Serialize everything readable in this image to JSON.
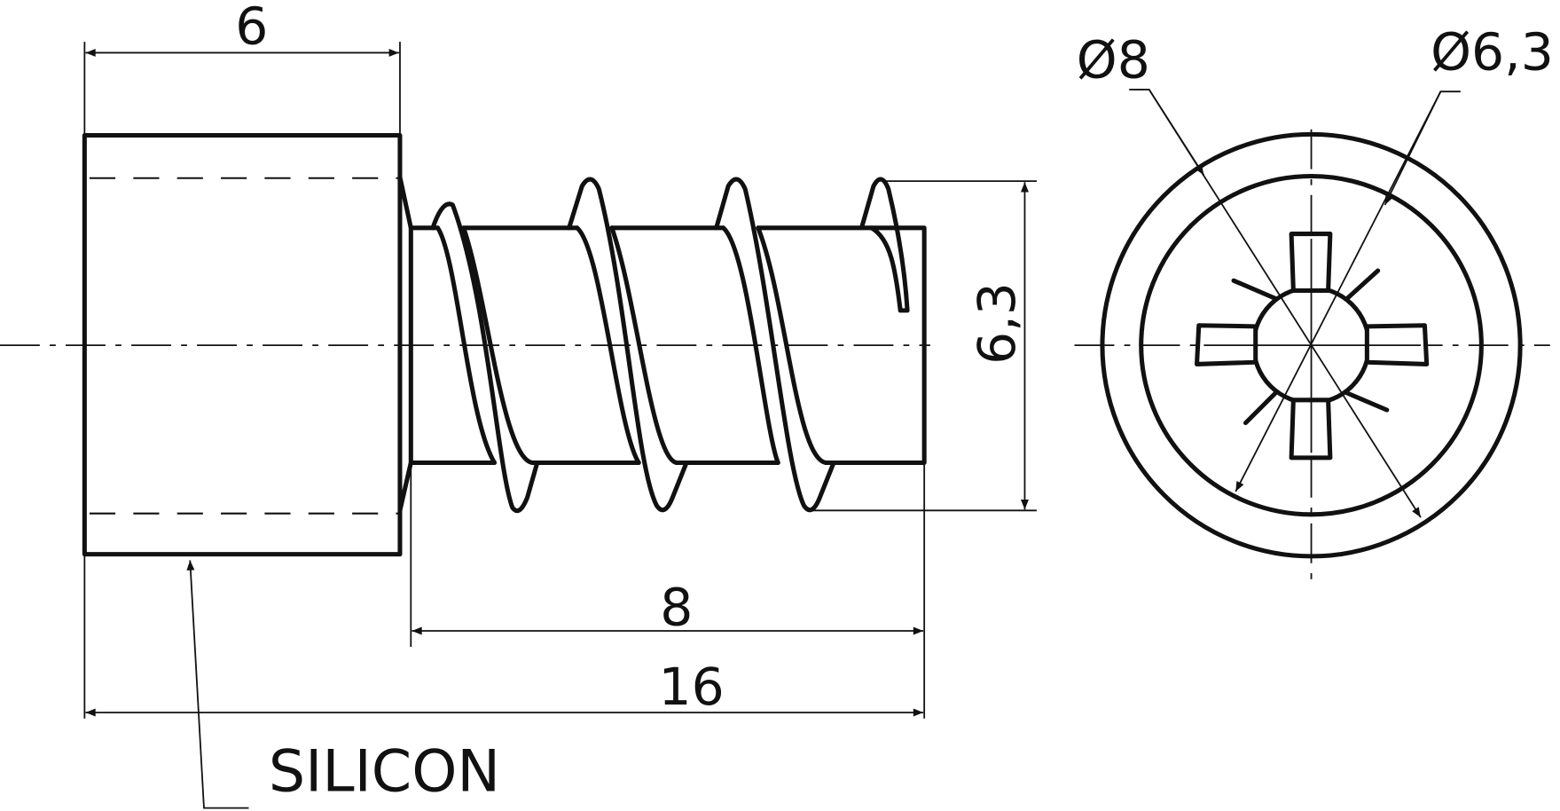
{
  "drawing": {
    "dimensions": {
      "sleeve_length": "6",
      "thread_length": "8",
      "total_length": "16",
      "thread_diameter": "6,3",
      "outer_diameter": "Ø8",
      "inner_diameter": "Ø6,3"
    },
    "material_label": "SILICON",
    "line_color": "#111111"
  }
}
